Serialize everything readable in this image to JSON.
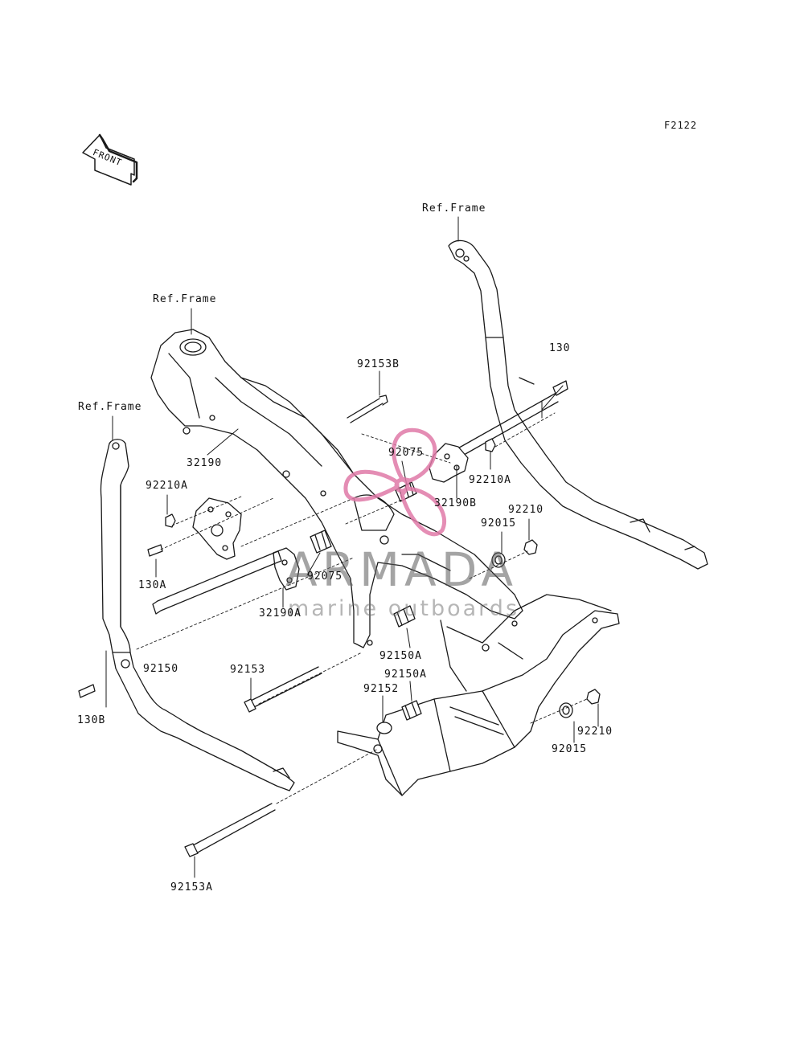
{
  "diagram": {
    "figure_code": "F2122",
    "front_label": "FRONT",
    "labels": {
      "ref_frame_right": "Ref.Frame",
      "ref_frame_center": "Ref.Frame",
      "ref_frame_left": "Ref.Frame",
      "p130": "130",
      "p130A": "130A",
      "p130B": "130B",
      "p92153B": "92153B",
      "p32190": "32190",
      "p92210A_left": "92210A",
      "p92075_top": "92075",
      "p92210A_right": "92210A",
      "p32190B": "32190B",
      "p92210_top": "92210",
      "p92015_top": "92015",
      "p92075_mid": "92075",
      "p32190A": "32190A",
      "p92150": "92150",
      "p92153": "92153",
      "p92150A_top": "92150A",
      "p92150A_bottom": "92150A",
      "p92152": "92152",
      "p92210_bottom": "92210",
      "p92015_bottom": "92015",
      "p92153A": "92153A"
    }
  },
  "watermark": {
    "brand": "ARMADA",
    "tagline": "marine outboards",
    "logo_color": "#e07aa8"
  }
}
